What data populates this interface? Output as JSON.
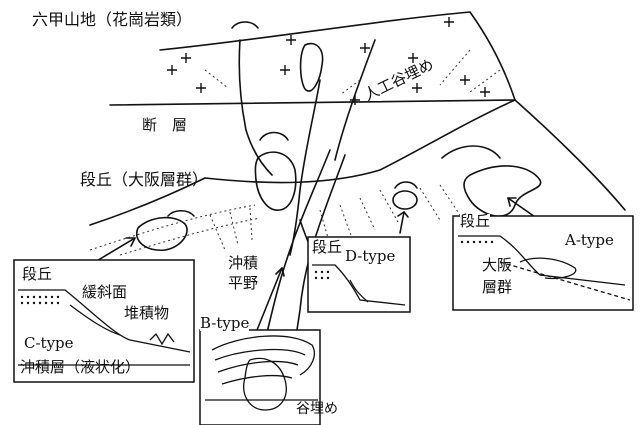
{
  "labels": {
    "rokko": "六甲山地（花崗岩類）",
    "fault": "断　層",
    "artificial_fill": "人工谷埋め",
    "terrace_osaka": "段丘（大阪層群）",
    "alluvial_plain_1": "沖積",
    "alluvial_plain_2": "平野"
  },
  "insets": {
    "c_type": {
      "terrace": "段丘",
      "gentle_slope": "緩斜面",
      "deposit": "堆積物",
      "type": "C-type",
      "alluvium": "沖積層（液状化）"
    },
    "b_type": {
      "type": "B-type",
      "valley_fill": "谷埋め"
    },
    "d_type": {
      "terrace": "段丘",
      "type": "D-type"
    },
    "a_type": {
      "terrace": "段丘",
      "type": "A-type",
      "osaka_1": "大阪",
      "osaka_2": "層群"
    }
  },
  "colors": {
    "ink": "#111111",
    "background": "#ffffff"
  }
}
